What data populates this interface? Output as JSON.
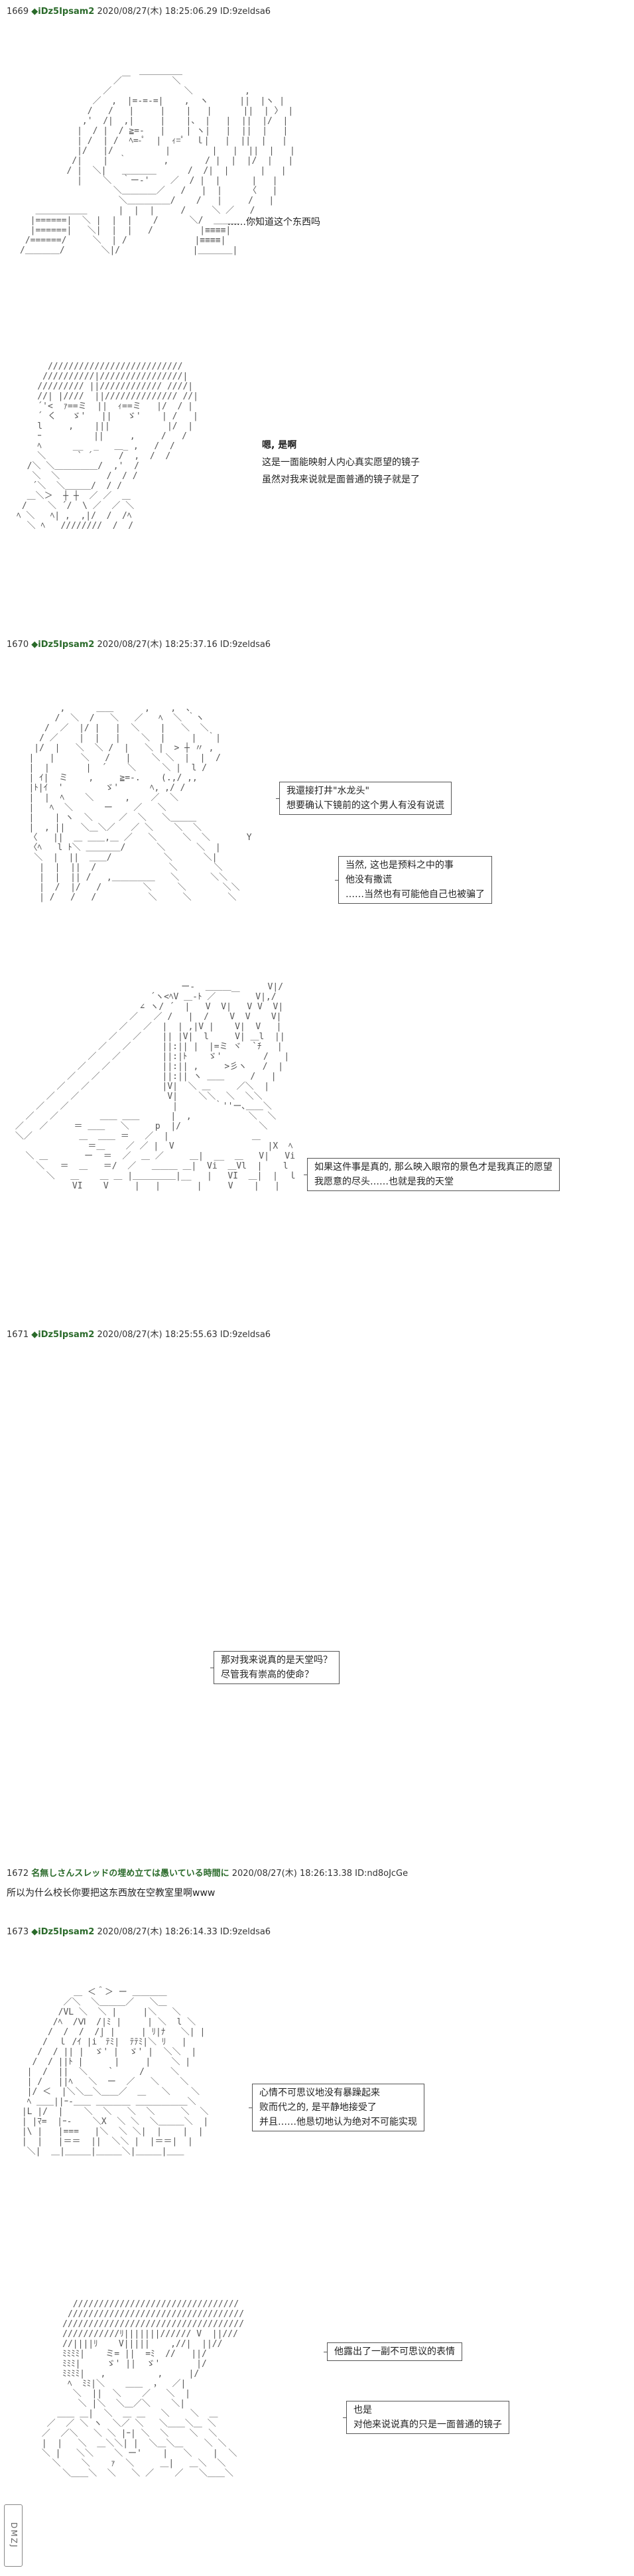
{
  "posts": [
    {
      "header": {
        "num": "1669",
        "name": "◆iDz5Ipsam2",
        "date": "2020/08/27(木) 18:25:06.29",
        "id": "ID:9zeldsa6"
      },
      "speech1": [
        "……你知道这个东西吗"
      ],
      "speech2": [
        "嗯, 是啊",
        "这是一面能映射人内心真实愿望的镜子",
        "虽然对我来说就是面普通的镜子就是了"
      ]
    },
    {
      "header": {
        "num": "1670",
        "name": "◆iDz5Ipsam2",
        "date": "2020/08/27(木) 18:25:37.16",
        "id": "ID:9zeldsa6"
      },
      "box1": [
        "我還接打井\"水龙头\"",
        "想要确认下镜前的这个男人有没有说谎"
      ],
      "box2": [
        "当然, 这也是预料之中的事",
        "他没有撒谎",
        "……当然也有可能他自己也被骗了"
      ],
      "box3": [
        "如果这件事是真的, 那么映入眼帘的景色才是我真正的愿望",
        "我愿意的尽头……也就是我的天堂"
      ]
    },
    {
      "header": {
        "num": "1671",
        "name": "◆iDz5Ipsam2",
        "date": "2020/08/27(木) 18:25:55.63",
        "id": "ID:9zeldsa6"
      },
      "box1": [
        "那对我来说真的是天堂吗？",
        "尽管我有崇高的使命？"
      ]
    },
    {
      "header": {
        "num": "1672",
        "name": "名無しさんスレッドの埋め立ては愚いている時間に",
        "date": "2020/08/27(木) 18:26:13.38",
        "id": "ID:nd8oJcGe"
      },
      "text": "所以为什么校长你要把这东西放在空教室里啊www"
    },
    {
      "header": {
        "num": "1673",
        "name": "◆iDz5Ipsam2",
        "date": "2020/08/27(木) 18:26:14.33",
        "id": "ID:9zeldsa6"
      },
      "box1": [
        "心情不可思议地没有暴躁起来",
        "败而代之的, 是平静地接受了",
        "并且……他恳切地认为绝对不可能实现"
      ],
      "box2": [
        "他露出了一副不可思议的表情"
      ],
      "box3": [
        "也是",
        "对他来说说真的只是一面普通的镜子"
      ]
    }
  ],
  "watermark": "DMZJ"
}
